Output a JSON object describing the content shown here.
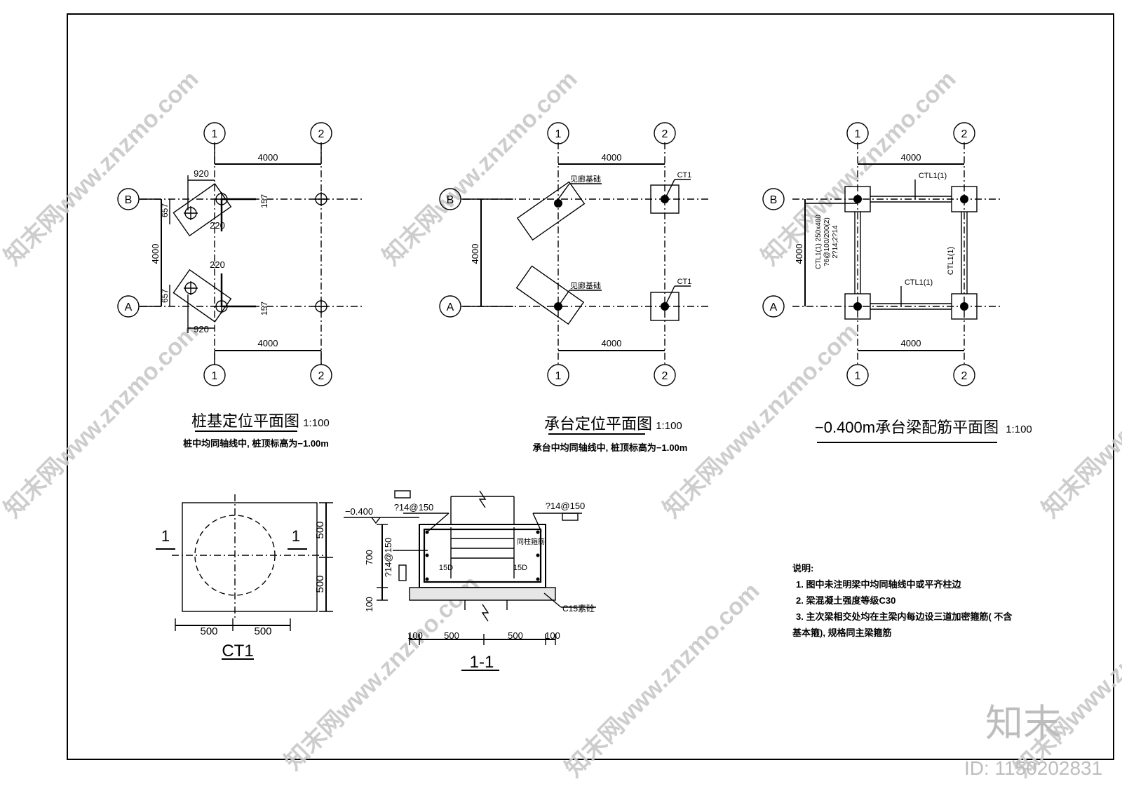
{
  "axes": {
    "one": "1",
    "two": "2",
    "a": "A",
    "b": "B"
  },
  "dims": {
    "d4000": "4000",
    "d920": "920",
    "d657": "657",
    "d220": "220",
    "d157": "157",
    "d500": "500",
    "d700": "700",
    "d100": "100"
  },
  "plan1": {
    "title": "桩基定位平面图",
    "scale": "1:100",
    "note": "桩中均同轴线中, 桩顶标高为−1.00m"
  },
  "plan2": {
    "title": "承台定位平面图",
    "scale": "1:100",
    "note": "承台中均同轴线中, 桩顶标高为−1.00m",
    "label_corridor": "见廊基础",
    "label_ct1": "CT1"
  },
  "plan3": {
    "title": "−0.400m承台梁配筋平面图",
    "scale": "1:100",
    "beam": "CTL1(1)",
    "beam_spec_1": "CTL1(1) 250x400",
    "beam_spec_2": "?6@100/200(2)",
    "beam_spec_3": "2?14;2?14"
  },
  "ct1": {
    "title": "CT1",
    "section_mark": "1"
  },
  "section": {
    "title": "1-1",
    "elevation": "−0.400",
    "rebar_top": "?14@150",
    "rebar_side": "?14@150",
    "stirrup_note": "同柱箍筋",
    "anchor": "15D",
    "concrete": "C15素砼"
  },
  "notes": {
    "heading": "说明:",
    "items": [
      "1. 图中未注明梁中均同轴线中或平齐柱边",
      "2. 梁混凝土强度等级C30",
      "3. 主次梁相交处均在主梁内每边设三道加密箍筋( 不含",
      "基本箍), 规格同主梁箍筋"
    ]
  },
  "watermark": {
    "text": "知末网www.znzmo.com",
    "logo": "知末",
    "id": "ID: 1150202831"
  }
}
